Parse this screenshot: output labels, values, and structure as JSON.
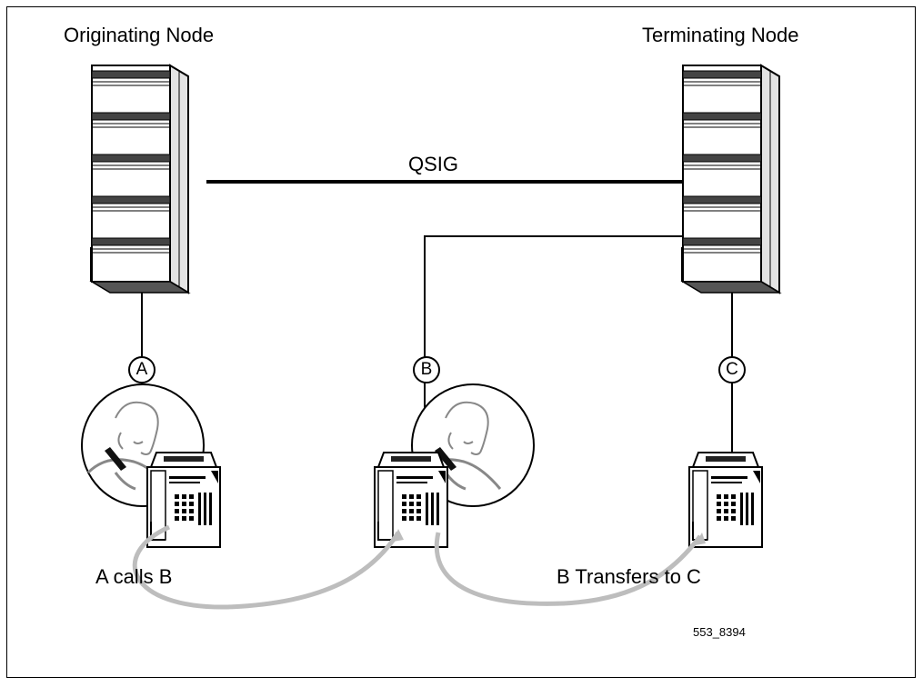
{
  "diagram": {
    "originating_label": "Originating Node",
    "terminating_label": "Terminating Node",
    "link_label": "QSIG",
    "party_a": "A",
    "party_b": "B",
    "party_c": "C",
    "caption_a_calls_b": "A calls B",
    "caption_b_transfers": "B Transfers to C",
    "figure_id": "553_8394"
  },
  "colors": {
    "line": "#000000",
    "cord": "#bdbdbd",
    "cabinet_shade": "#d9d9d9"
  }
}
